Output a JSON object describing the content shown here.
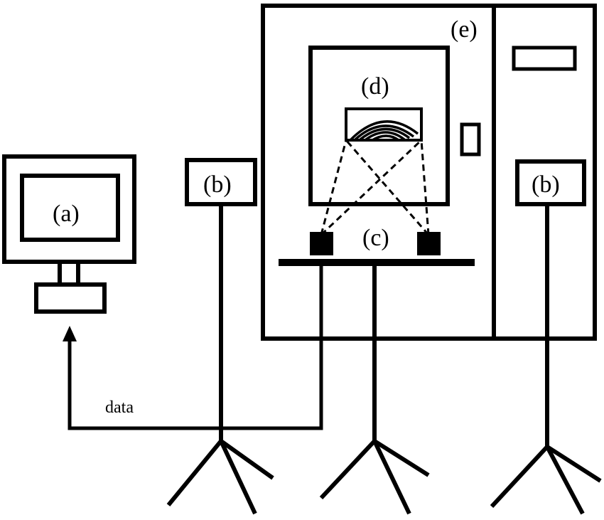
{
  "labels": {
    "computer": "(a)",
    "camera_left": "(b)",
    "camera_right": "(b)",
    "sensors": "(c)",
    "specimen": "(d)",
    "chamber": "(e)",
    "data_flow": "data"
  },
  "colors": {
    "line": "#000000",
    "background": "#ffffff"
  }
}
